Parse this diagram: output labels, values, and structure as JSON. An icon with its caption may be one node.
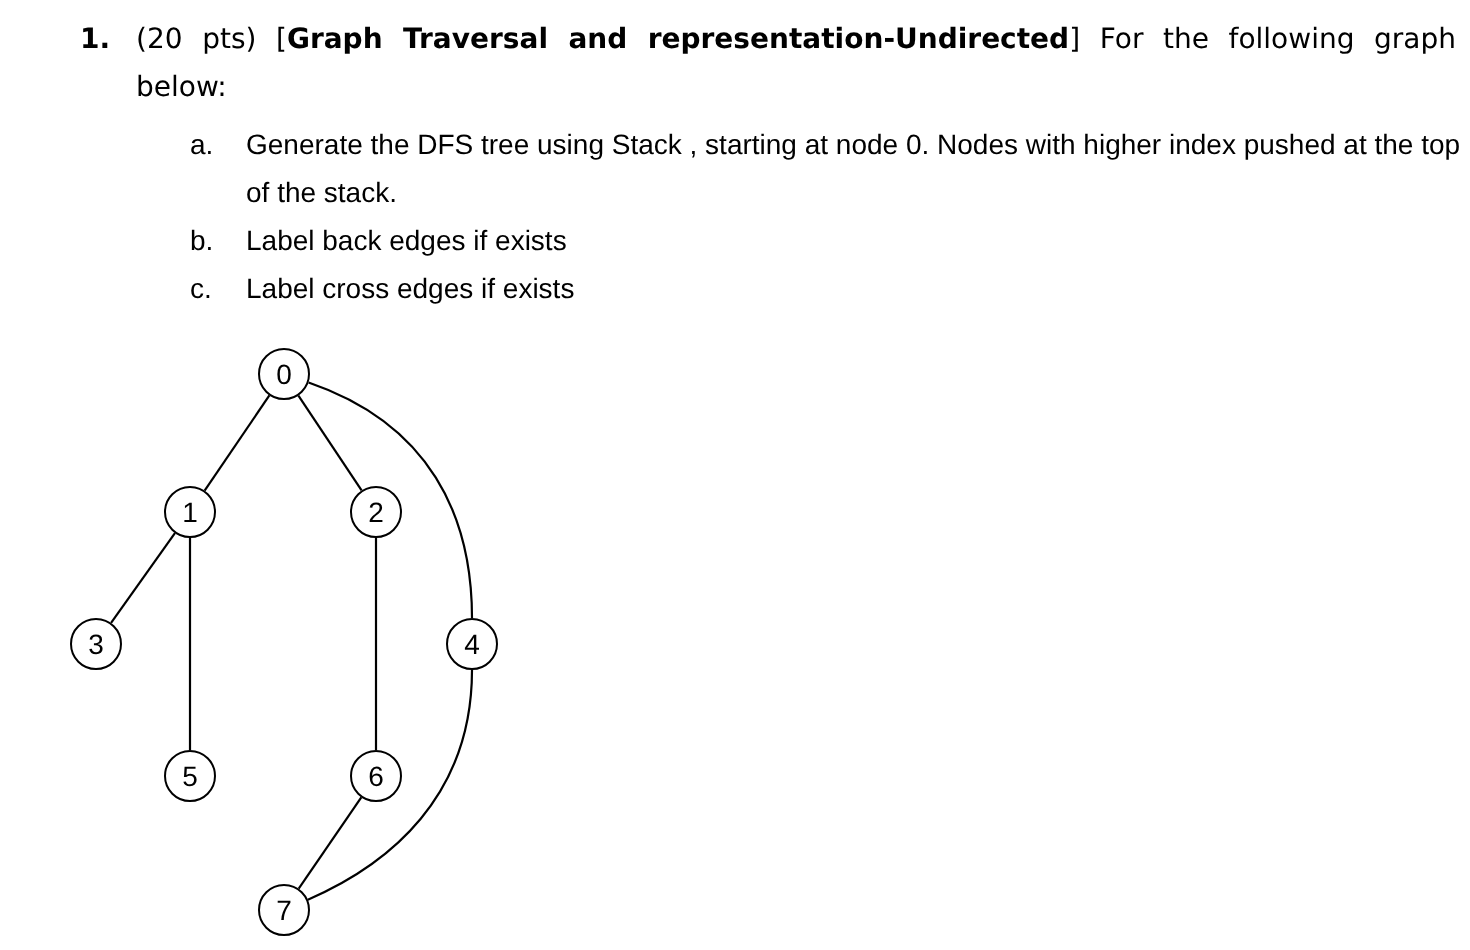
{
  "diagram": {
    "nodes": [
      {
        "text": [
          "0"
        ]
      },
      {
        "text": [
          "1"
        ]
      },
      {
        "text": [
          "2"
        ]
      },
      {
        "text": [
          "3"
        ]
      },
      {
        "text": [
          "4"
        ]
      },
      {
        "text": [
          "5"
        ]
      },
      {
        "text": [
          "6"
        ]
      },
      {
        "text": [
          "7"
        ]
      }
    ],
    "edges": [
      {
        "from": 0,
        "to": 1,
        "arrow": "none"
      },
      {
        "from": 0,
        "to": 2,
        "arrow": "none"
      },
      {
        "from": 0,
        "to": 4,
        "arrow": "none"
      },
      {
        "from": 1,
        "to": 3,
        "arrow": "none"
      },
      {
        "from": 1,
        "to": 5,
        "arrow": "none"
      },
      {
        "from": 2,
        "to": 6,
        "arrow": "none"
      },
      {
        "from": 4,
        "to": 7,
        "arrow": "none"
      },
      {
        "from": 6,
        "to": 7,
        "arrow": "none"
      }
    ],
    "labels": [
      "1.",
      "(20 pts) [**Graph Traversal and representation-Undirected**] For the following graph below:",
      "a.",
      "Generate the DFS tree using Stack , starting at node 0. Nodes with higher index pushed at the top of the stack.",
      "b.",
      "Label back edges if exists",
      "c.",
      "Label cross edges if exists"
    ]
  }
}
